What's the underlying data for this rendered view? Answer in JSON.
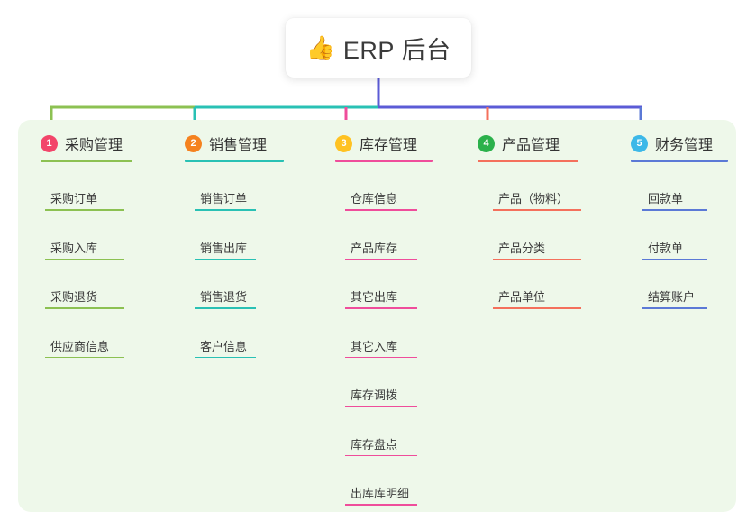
{
  "root": {
    "icon": "thumbs-up-icon",
    "emoji": "👍",
    "title": "ERP 后台"
  },
  "diagram": {
    "type": "tree",
    "orientation": "top-down",
    "panel_color": "#eef8ea",
    "trunk_color": "#5b5bd6"
  },
  "columns": [
    {
      "number": "1",
      "title": "采购管理",
      "badge_color": "#f2456a",
      "line_color": "#8cc152",
      "items": [
        {
          "label": "采购订单"
        },
        {
          "label": "采购入库"
        },
        {
          "label": "采购退货"
        },
        {
          "label": "供应商信息"
        }
      ]
    },
    {
      "number": "2",
      "title": "销售管理",
      "badge_color": "#f5821f",
      "line_color": "#29c1b4",
      "items": [
        {
          "label": "销售订单"
        },
        {
          "label": "销售出库"
        },
        {
          "label": "销售退货"
        },
        {
          "label": "客户信息"
        }
      ]
    },
    {
      "number": "3",
      "title": "库存管理",
      "badge_color": "#ffc222",
      "line_color": "#ef4d9b",
      "items": [
        {
          "label": "仓库信息"
        },
        {
          "label": "产品库存"
        },
        {
          "label": "其它出库"
        },
        {
          "label": "其它入库"
        },
        {
          "label": "库存调拨"
        },
        {
          "label": "库存盘点"
        },
        {
          "label": "出库库明细"
        }
      ]
    },
    {
      "number": "4",
      "title": "产品管理",
      "badge_color": "#2bb14b",
      "line_color": "#f4705c",
      "items": [
        {
          "label": "产品（物料）"
        },
        {
          "label": "产品分类"
        },
        {
          "label": "产品单位"
        }
      ]
    },
    {
      "number": "5",
      "title": "财务管理",
      "badge_color": "#3cb8e8",
      "line_color": "#5b79d6",
      "items": [
        {
          "label": "回款单"
        },
        {
          "label": "付款单"
        },
        {
          "label": "结算账户"
        }
      ]
    }
  ]
}
